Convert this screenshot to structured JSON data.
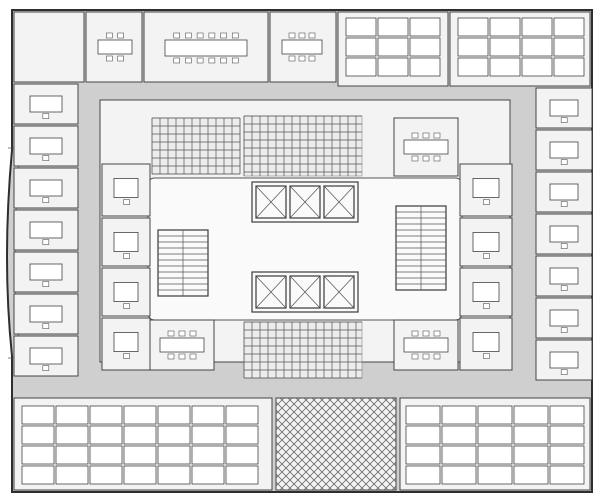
{
  "title": "",
  "colors": {
    "corridor": "#cfcfcf",
    "room_fill": "#f3f3f3",
    "lobby_fill": "#fafafa",
    "wall": "#3a3a3a",
    "tile": "#ececec"
  },
  "plan": {
    "elevator_count": 6,
    "stair_count": 2,
    "conference_rooms": 6,
    "perimeter_workstations": true,
    "hatched_area": "atrium",
    "labels": []
  }
}
